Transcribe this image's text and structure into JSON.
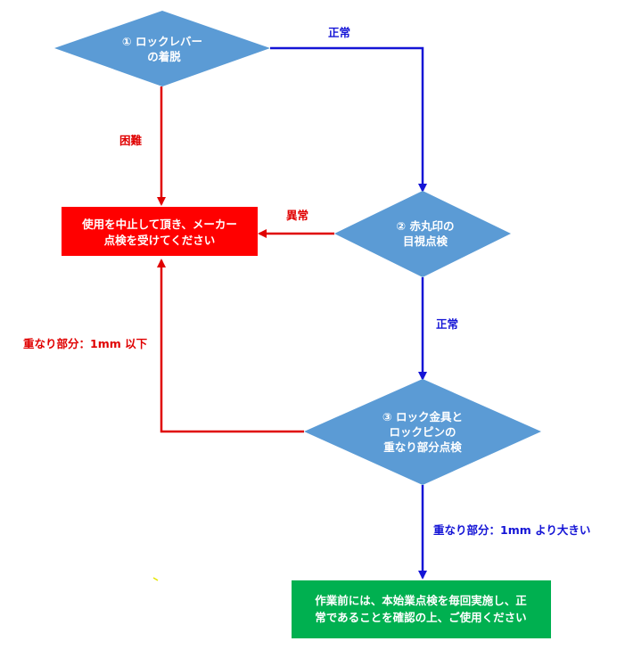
{
  "nodes": {
    "d1": {
      "lines": [
        "① ロックレバー",
        "の着脱"
      ]
    },
    "d2": {
      "lines": [
        "② 赤丸印の",
        "目視点検"
      ]
    },
    "d3": {
      "lines": [
        "③ ロック金具と",
        "ロックピンの",
        "重なり部分点検"
      ]
    },
    "stop_box": {
      "lines": [
        "使用を中止して頂き、メーカー",
        "点検を受けてください"
      ]
    },
    "ok_box": {
      "lines": [
        "作業前には、本始業点検を毎回実施し、正",
        "常であることを確認の上、ご使用ください"
      ]
    }
  },
  "edges": {
    "d1_right_label": "正常",
    "d1_down_label": "困難",
    "d2_left_label": "異常",
    "d2_down_label": "正常",
    "d3_left_label": "重なり部分：1mm 以下",
    "d3_down_label": "重なり部分：1mm より大きい"
  },
  "colors": {
    "diamond": "#5b9bd5",
    "stop_box": "#ff0000",
    "ok_box": "#00b050",
    "ok_arrow": "#1414d6",
    "ng_arrow": "#e00000"
  }
}
